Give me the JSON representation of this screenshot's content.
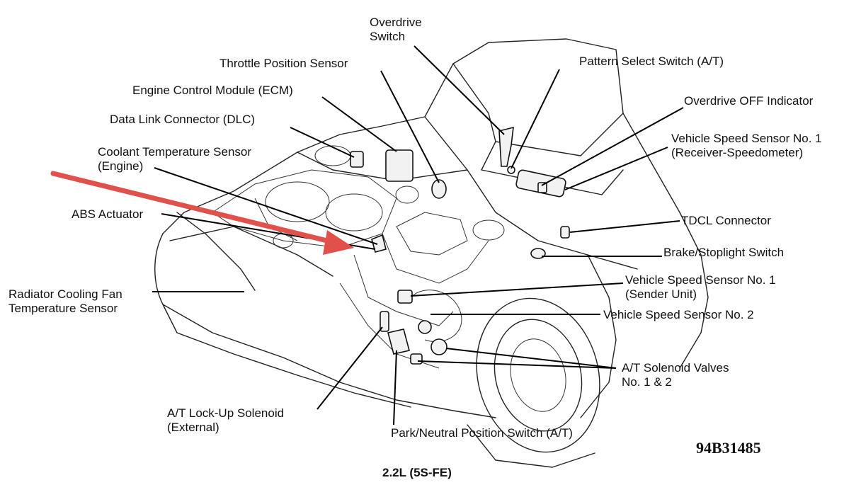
{
  "figure_code": "94B31485",
  "caption": "2.2L (5S-FE)",
  "colors": {
    "highlight_arrow": "#e0514c",
    "line": "#000000"
  },
  "labels": {
    "overdrive_switch": [
      "Overdrive",
      "Switch"
    ],
    "throttle_position_sensor": [
      "Throttle Position Sensor"
    ],
    "pattern_select_switch": [
      "Pattern Select Switch (A/T)"
    ],
    "engine_control_module": [
      "Engine Control Module (ECM)"
    ],
    "overdrive_off_indicator": [
      "Overdrive OFF Indicator"
    ],
    "data_link_connector": [
      "Data Link Connector (DLC)"
    ],
    "vss1_receiver": [
      "Vehicle Speed Sensor No. 1",
      "(Receiver-Speedometer)"
    ],
    "coolant_temp_sensor": [
      "Coolant Temperature Sensor",
      "(Engine)"
    ],
    "abs_actuator": [
      "ABS Actuator"
    ],
    "tdcl_connector": [
      "TDCL Connector"
    ],
    "brake_stoplight_switch": [
      "Brake/Stoplight Switch"
    ],
    "radiator_fan_temp_sensor": [
      "Radiator Cooling Fan",
      "Temperature Sensor"
    ],
    "vss1_sender": [
      "Vehicle Speed Sensor No. 1",
      "(Sender Unit)"
    ],
    "vss2": [
      "Vehicle Speed Sensor No. 2"
    ],
    "at_solenoid_valves": [
      "A/T Solenoid Valves",
      "No. 1 & 2"
    ],
    "at_lockup_solenoid": [
      "A/T Lock-Up Solenoid",
      "(External)"
    ],
    "park_neutral_switch": [
      "Park/Neutral Position Switch (A/T)"
    ]
  }
}
